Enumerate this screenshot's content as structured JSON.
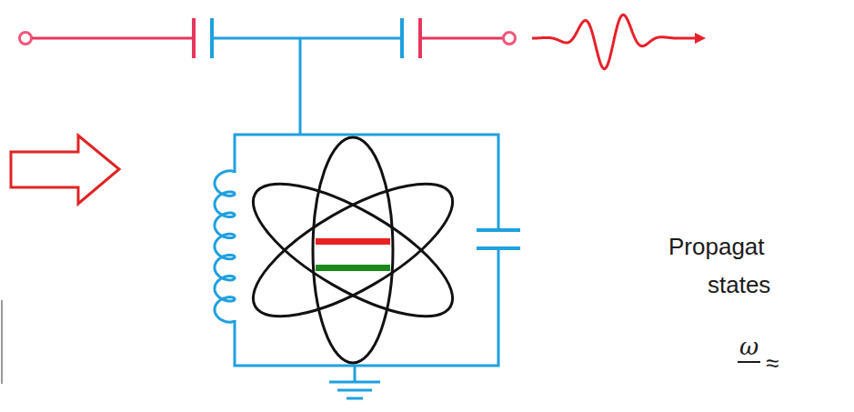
{
  "diagram": {
    "labels": [
      "Propagat",
      "states",
      "ω",
      "≈"
    ]
  }
}
